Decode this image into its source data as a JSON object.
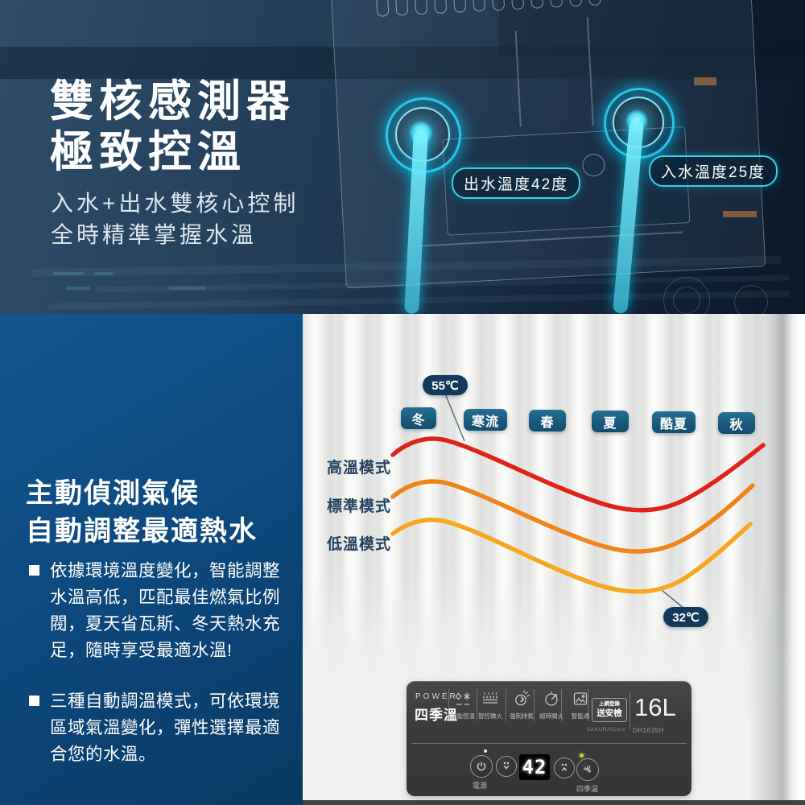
{
  "hero": {
    "title_lines": [
      "雙核感測器",
      "極致控溫"
    ],
    "subtitle_lines": [
      "入水+出水雙核心控制",
      "全時精準掌握水溫"
    ],
    "callouts": {
      "outlet": "出水溫度42度",
      "inlet": "入水溫度25度"
    },
    "accent_color": "#38d2e6"
  },
  "feature": {
    "title_lines": [
      "主動偵測氣候",
      "自動調整最適熱水"
    ],
    "bullets": [
      "依據環境溫度變化，智能調整水溫高低，匹配最佳燃氣比例閥，夏天省瓦斯、冬天熱水充足，隨時享受最適水溫!",
      "三種自動調溫模式，可依環境區域氣溫變化，彈性選擇最適合您的水溫。"
    ],
    "panel_color": "#0e4a80"
  },
  "chart_data": {
    "type": "line",
    "categories": [
      "冬",
      "寒流",
      "春",
      "夏",
      "酷夏",
      "秋"
    ],
    "series": [
      {
        "name": "高溫模式",
        "color": "#e02318",
        "values": [
          54,
          55,
          50,
          46,
          44,
          51
        ]
      },
      {
        "name": "標準模式",
        "color": "#f08418",
        "values": [
          47,
          48,
          44,
          40,
          38,
          44
        ]
      },
      {
        "name": "低溫模式",
        "color": "#f6a71f",
        "values": [
          41,
          42,
          38,
          34,
          32,
          38
        ]
      }
    ],
    "annotations": [
      {
        "label": "55℃",
        "series": "高溫模式",
        "at": "寒流",
        "value": 55
      },
      {
        "label": "32℃",
        "series": "低溫模式",
        "at": "酷夏",
        "value": 32
      }
    ],
    "ylim": [
      30,
      60
    ],
    "grid": false,
    "legend_position": "left",
    "title": "",
    "xlabel": "",
    "ylabel": ""
  },
  "panel": {
    "power_label": "POWER",
    "power_name": "四季溫",
    "features": [
      "智能恆溫",
      "智控微火",
      "強制排氣",
      "超時關火",
      "智能通"
    ],
    "badge_line1": "上網登錄",
    "badge_line2": "送安檢",
    "brand": "SAKURAiCore",
    "capacity": "16L",
    "model": "DH1635H",
    "display_value": "42",
    "buttons": {
      "power": "電源",
      "mode": "四季溫"
    },
    "led_color": "#c6d829"
  }
}
